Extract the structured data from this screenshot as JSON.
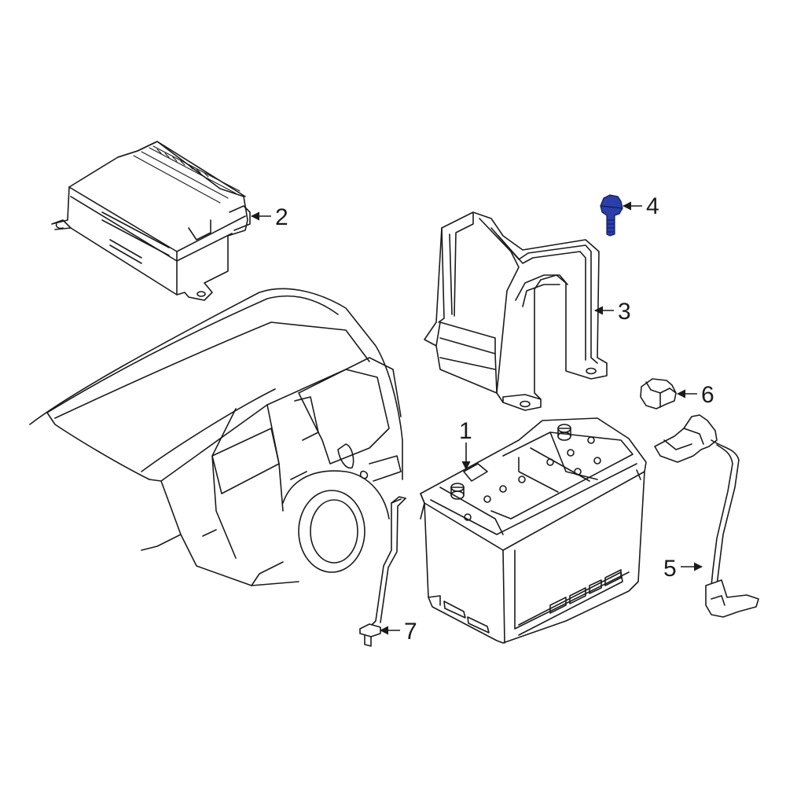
{
  "diagram": {
    "highlight_color": "#2b3fa8",
    "callouts": [
      {
        "id": "c1",
        "label": "1"
      },
      {
        "id": "c2",
        "label": "2"
      },
      {
        "id": "c3",
        "label": "3"
      },
      {
        "id": "c4",
        "label": "4",
        "highlighted": true
      },
      {
        "id": "c5",
        "label": "5"
      },
      {
        "id": "c6",
        "label": "6"
      },
      {
        "id": "c7",
        "label": "7"
      }
    ]
  }
}
